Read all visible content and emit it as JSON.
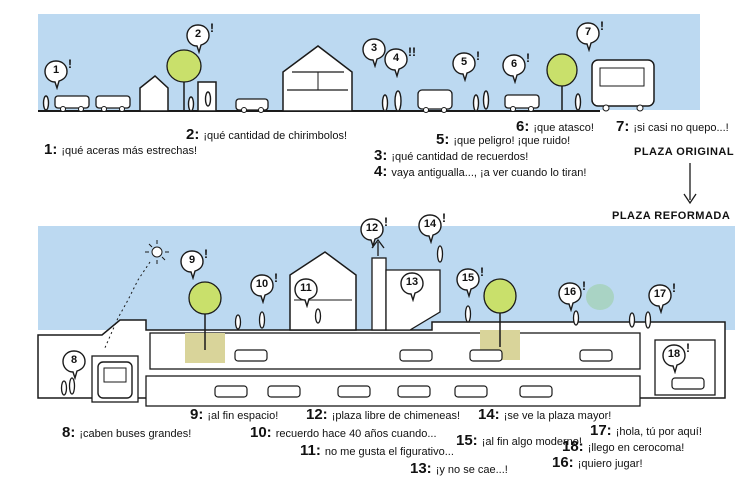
{
  "headings": {
    "original": "PLAZA ORIGINAL",
    "reformed": "PLAZA REFORMADA"
  },
  "exclaim": "!",
  "exclaim_double": "!!",
  "captions_original": [
    {
      "n": "1:",
      "text": "¡qué aceras más estrechas!"
    },
    {
      "n": "2:",
      "text": "¡qué cantidad de chirimbolos!"
    },
    {
      "n": "3:",
      "text": "¡qué cantidad de recuerdos!"
    },
    {
      "n": "4:",
      "text": "vaya antigualla..., ¡a ver cuando lo tiran!"
    },
    {
      "n": "5:",
      "text": "¡que peligro! ¡que ruido!"
    },
    {
      "n": "6:",
      "text": "¡que atasco!"
    },
    {
      "n": "7:",
      "text": "¡si casi no quepo...!"
    }
  ],
  "captions_reformed": [
    {
      "n": "8:",
      "text": "¡caben buses grandes!"
    },
    {
      "n": "9:",
      "text": "¡al fin espacio!"
    },
    {
      "n": "10:",
      "text": "recuerdo hace 40 años cuando..."
    },
    {
      "n": "11:",
      "text": "no me gusta el figurativo..."
    },
    {
      "n": "12:",
      "text": "¡plaza libre de chimeneas!"
    },
    {
      "n": "13:",
      "text": "¡y no se cae...!"
    },
    {
      "n": "14:",
      "text": "¡se ve la plaza mayor!"
    },
    {
      "n": "15:",
      "text": "¡al fin algo moderno!"
    },
    {
      "n": "16:",
      "text": "¡quiero jugar!"
    },
    {
      "n": "17:",
      "text": "¡hola, tú por aquí!"
    },
    {
      "n": "18:",
      "text": "¡llego en cerocoma!"
    }
  ],
  "bubbles": [
    "1",
    "2",
    "3",
    "4",
    "5",
    "6",
    "7",
    "8",
    "9",
    "10",
    "11",
    "12",
    "13",
    "14",
    "15",
    "16",
    "17",
    "18"
  ],
  "colors": {
    "sky": "#bcd9f1",
    "tree": "#c9e06b",
    "garden": "#d9d49a",
    "pool": "#a9d3c4",
    "ink": "#1a1a1a"
  }
}
